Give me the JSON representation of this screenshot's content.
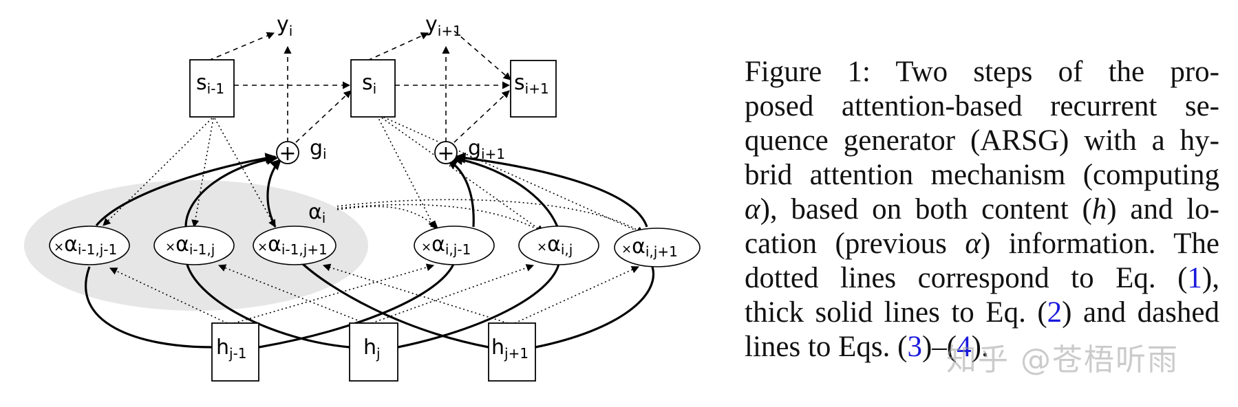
{
  "diagram": {
    "outputs": {
      "y_i": "y",
      "y_i_sub": "i",
      "y_i1": "y",
      "y_i1_sub": "i+1"
    },
    "states": [
      {
        "main": "s",
        "sub": "i-1"
      },
      {
        "main": "s",
        "sub": "i"
      },
      {
        "main": "s",
        "sub": "i+1"
      }
    ],
    "glimpses": [
      {
        "main": "g",
        "sub": "i"
      },
      {
        "main": "g",
        "sub": "i+1"
      }
    ],
    "plus_symbol": "+",
    "alpha_label": {
      "main": "α",
      "sub": "i"
    },
    "attention_weights": [
      {
        "prefix": "×",
        "main": "α",
        "sub": "i-1,j-1"
      },
      {
        "prefix": "×",
        "main": "α",
        "sub": "i-1,j"
      },
      {
        "prefix": "×",
        "main": "α",
        "sub": "i-1,j+1"
      },
      {
        "prefix": "×",
        "main": "α",
        "sub": "i,j-1"
      },
      {
        "prefix": "×",
        "main": "α",
        "sub": "i,j"
      },
      {
        "prefix": "×",
        "main": "α",
        "sub": "i,j+1"
      }
    ],
    "hidden": [
      {
        "main": "h",
        "sub": "j-1"
      },
      {
        "main": "h",
        "sub": "j"
      },
      {
        "main": "h",
        "sub": "j+1"
      }
    ]
  },
  "caption": {
    "l1": "Figure 1:     Two steps of the pro-",
    "l2": "posed attention-based recurrent se-",
    "l3": "quence generator (ARSG) with a hy-",
    "l4_a": "brid attention mechanism (computing",
    "l5_alpha": "α",
    "l5_b": "), based on both content (",
    "l5_h": "h",
    "l5_c": ") and lo-",
    "l6_a": "cation (previous ",
    "l6_alpha": "α",
    "l6_b": ") information. The",
    "l7_a": "dotted lines correspond to Eq. (",
    "l7_ref": "1",
    "l7_b": "),",
    "l8_a": "thick solid lines to Eq. (",
    "l8_ref": "2",
    "l8_b": ") and dashed",
    "l9_a": "lines to Eqs. (",
    "l9_ref1": "3",
    "l9_dash": ")–(",
    "l9_ref2": "4",
    "l9_b": ")."
  },
  "watermark": "知乎 @苍梧听雨"
}
